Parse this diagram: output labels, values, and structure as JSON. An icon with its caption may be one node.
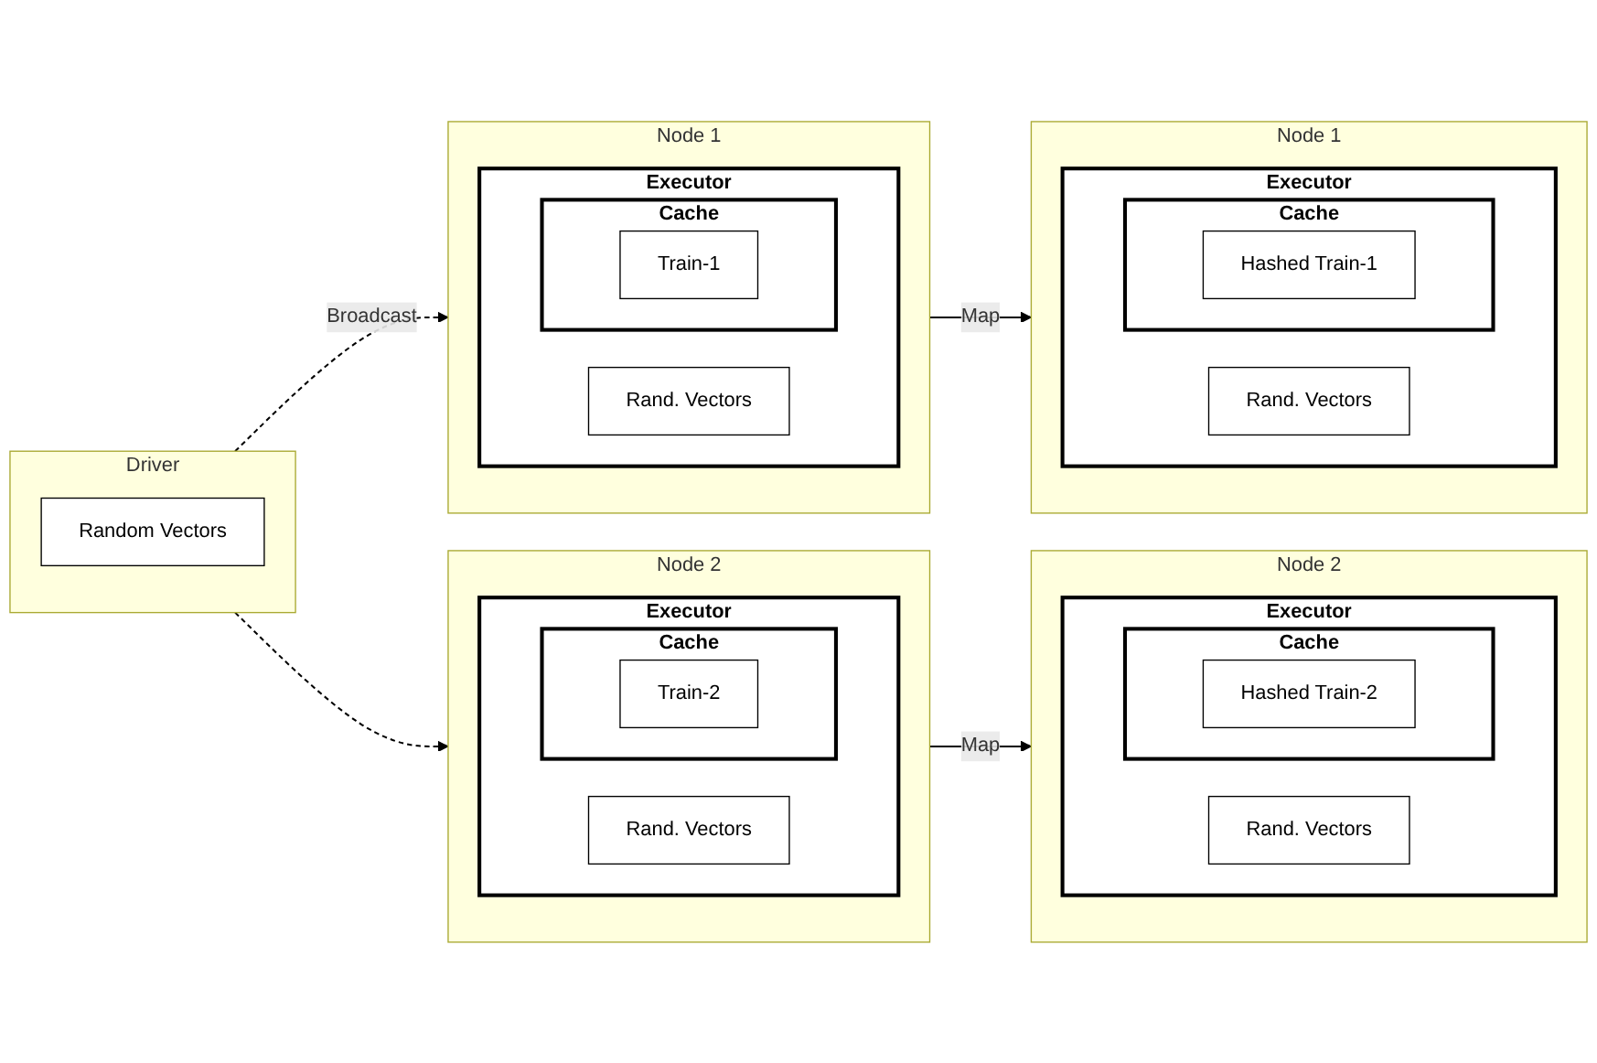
{
  "diagram": {
    "nodes": [
      {
        "text": [
          "Driver"
        ]
      },
      {
        "text": [
          "Random Vectors"
        ],
        "in": 0
      },
      {
        "text": [
          "Node 1"
        ]
      },
      {
        "text": [
          "Executor"
        ],
        "in": 2
      },
      {
        "text": [
          "Rand. Vectors"
        ],
        "in": 3
      },
      {
        "text": [
          "Cache"
        ],
        "in": 3
      },
      {
        "text": [
          "Train-1"
        ],
        "in": 5
      },
      {
        "text": [
          "Node 1"
        ]
      },
      {
        "text": [
          "Executor"
        ],
        "in": 7
      },
      {
        "text": [
          "Rand. Vectors"
        ],
        "in": 8
      },
      {
        "text": [
          "Cache"
        ],
        "in": 8
      },
      {
        "text": [
          "Hashed Train-1"
        ],
        "in": 10
      },
      {
        "text": [
          "Node 2"
        ]
      },
      {
        "text": [
          "Executor"
        ],
        "in": 12
      },
      {
        "text": [
          "Rand. Vectors"
        ],
        "in": 13
      },
      {
        "text": [
          "Cache"
        ],
        "in": 13
      },
      {
        "text": [
          "Train-2"
        ],
        "in": 15
      },
      {
        "text": [
          "Node 2"
        ]
      },
      {
        "text": [
          "Executor"
        ],
        "in": 17
      },
      {
        "text": [
          "Rand. Vectors"
        ],
        "in": 18
      },
      {
        "text": [
          "Cache"
        ],
        "in": 18
      },
      {
        "text": [
          "Hashed Train-2"
        ],
        "in": 20
      }
    ],
    "edges": [
      {
        "from": 0,
        "to": 2,
        "arrow": "to",
        "style": "dashed",
        "label": "Broadcast"
      },
      {
        "from": 0,
        "to": 12,
        "arrow": "to",
        "style": "dashed"
      },
      {
        "from": 2,
        "to": 7,
        "arrow": "to",
        "label": "Map"
      },
      {
        "from": 12,
        "to": 17,
        "arrow": "to",
        "label": "Map"
      }
    ]
  }
}
